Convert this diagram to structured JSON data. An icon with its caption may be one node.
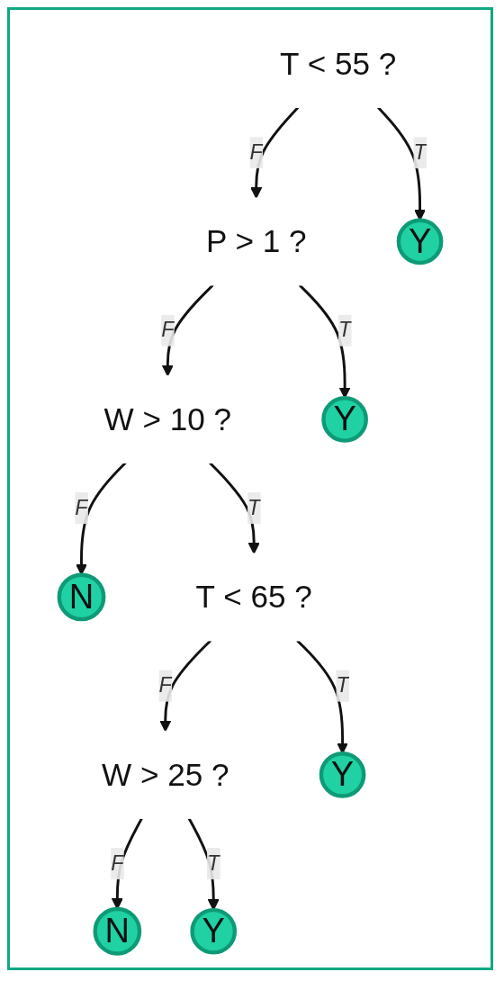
{
  "diagram": {
    "nodes": [
      {
        "text": [
          "T < 55 ?"
        ]
      },
      {
        "text": [
          "P > 1 ?"
        ]
      },
      {
        "text": [
          "Y"
        ]
      },
      {
        "text": [
          "W > 10 ?"
        ]
      },
      {
        "text": [
          "Y"
        ]
      },
      {
        "text": [
          "N"
        ]
      },
      {
        "text": [
          "T < 65 ?"
        ]
      },
      {
        "text": [
          "W > 25 ?"
        ]
      },
      {
        "text": [
          "Y"
        ]
      },
      {
        "text": [
          "N"
        ]
      },
      {
        "text": [
          "Y"
        ]
      }
    ],
    "edges": [
      {
        "from": 0,
        "to": 1,
        "arrow": "to",
        "label": "F"
      },
      {
        "from": 0,
        "to": 2,
        "arrow": "to",
        "label": "T"
      },
      {
        "from": 1,
        "to": 3,
        "arrow": "to",
        "label": "F"
      },
      {
        "from": 1,
        "to": 4,
        "arrow": "to",
        "label": "T"
      },
      {
        "from": 3,
        "to": 5,
        "arrow": "to",
        "label": "F"
      },
      {
        "from": 3,
        "to": 6,
        "arrow": "to",
        "label": "T"
      },
      {
        "from": 6,
        "to": 7,
        "arrow": "to",
        "label": "F"
      },
      {
        "from": 6,
        "to": 8,
        "arrow": "to",
        "label": "T"
      },
      {
        "from": 7,
        "to": 9,
        "arrow": "to",
        "label": "F"
      },
      {
        "from": 7,
        "to": 10,
        "arrow": "to",
        "label": "T"
      }
    ]
  }
}
